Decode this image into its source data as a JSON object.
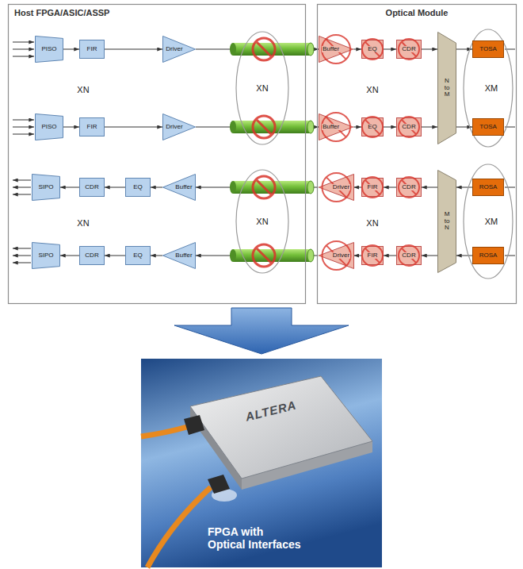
{
  "diagram": {
    "nodes": [
      {
        "text": [
          "Host FPGA/ASIC/ASSP"
        ]
      },
      {
        "text": [
          "PISO"
        ],
        "in": 0
      },
      {
        "text": [
          "FIR"
        ],
        "in": 0
      },
      {
        "text": [
          "Driver"
        ],
        "in": 0
      },
      {
        "text": [
          "PISO"
        ],
        "in": 0
      },
      {
        "text": [
          "FIR"
        ],
        "in": 0
      },
      {
        "text": [
          "Driver"
        ],
        "in": 0
      },
      {
        "text": [
          "SIPO"
        ],
        "in": 0
      },
      {
        "text": [
          "CDR"
        ],
        "in": 0
      },
      {
        "text": [
          "EQ"
        ],
        "in": 0
      },
      {
        "text": [
          "Buffer"
        ],
        "in": 0
      },
      {
        "text": [
          "SIPO"
        ],
        "in": 0
      },
      {
        "text": [
          "CDR"
        ],
        "in": 0
      },
      {
        "text": [
          "EQ"
        ],
        "in": 0
      },
      {
        "text": [
          "Buffer"
        ],
        "in": 0
      },
      {
        "text": [
          "XN"
        ]
      },
      {
        "text": [
          "XN"
        ]
      },
      {
        "text": [
          "Optical Module"
        ]
      },
      {
        "text": [
          "Buffer"
        ],
        "in": 17
      },
      {
        "text": [
          "EQ"
        ],
        "in": 17
      },
      {
        "text": [
          "CDR"
        ],
        "in": 17
      },
      {
        "text": [
          "Buffer"
        ],
        "in": 17
      },
      {
        "text": [
          "EQ"
        ],
        "in": 17
      },
      {
        "text": [
          "CDR"
        ],
        "in": 17
      },
      {
        "text": [
          "N to M"
        ],
        "in": 17
      },
      {
        "text": [
          "XM"
        ],
        "in": 17
      },
      {
        "text": [
          "TOSA"
        ],
        "in": 25
      },
      {
        "text": [
          "TOSA"
        ],
        "in": 25
      },
      {
        "text": [
          "Driver"
        ],
        "in": 17
      },
      {
        "text": [
          "FIR"
        ],
        "in": 17
      },
      {
        "text": [
          "CDR"
        ],
        "in": 17
      },
      {
        "text": [
          "Driver"
        ],
        "in": 17
      },
      {
        "text": [
          "FIR"
        ],
        "in": 17
      },
      {
        "text": [
          "CDR"
        ],
        "in": 17
      },
      {
        "text": [
          "M to N"
        ],
        "in": 17
      },
      {
        "text": [
          "XM"
        ],
        "in": 17
      },
      {
        "text": [
          "ROSA"
        ],
        "in": 35
      },
      {
        "text": [
          "ROSA"
        ],
        "in": 35
      }
    ],
    "edges": [
      {
        "from": 1,
        "to": 2,
        "arrow": "to"
      },
      {
        "from": 2,
        "to": 3,
        "arrow": "to"
      },
      {
        "from": 3,
        "to": 18,
        "arrow": "to"
      },
      {
        "from": 18,
        "to": 19,
        "arrow": "to"
      },
      {
        "from": 19,
        "to": 20,
        "arrow": "to"
      },
      {
        "from": 20,
        "to": 24,
        "arrow": "to"
      },
      {
        "from": 24,
        "to": 26,
        "arrow": "to"
      },
      {
        "from": 4,
        "to": 5,
        "arrow": "to"
      },
      {
        "from": 5,
        "to": 6,
        "arrow": "to"
      },
      {
        "from": 6,
        "to": 21,
        "arrow": "to"
      },
      {
        "from": 21,
        "to": 22,
        "arrow": "to"
      },
      {
        "from": 22,
        "to": 23,
        "arrow": "to"
      },
      {
        "from": 23,
        "to": 24,
        "arrow": "to"
      },
      {
        "from": 24,
        "to": 27,
        "arrow": "to"
      },
      {
        "from": 36,
        "to": 34,
        "arrow": "to"
      },
      {
        "from": 34,
        "to": 30,
        "arrow": "to"
      },
      {
        "from": 30,
        "to": 29,
        "arrow": "to"
      },
      {
        "from": 29,
        "to": 28,
        "arrow": "to"
      },
      {
        "from": 28,
        "to": 10,
        "arrow": "to"
      },
      {
        "from": 10,
        "to": 9,
        "arrow": "to"
      },
      {
        "from": 9,
        "to": 8,
        "arrow": "to"
      },
      {
        "from": 8,
        "to": 7,
        "arrow": "to"
      },
      {
        "from": 37,
        "to": 34,
        "arrow": "to"
      },
      {
        "from": 34,
        "to": 33,
        "arrow": "to"
      },
      {
        "from": 33,
        "to": 32,
        "arrow": "to"
      },
      {
        "from": 32,
        "to": 31,
        "arrow": "to"
      },
      {
        "from": 31,
        "to": 14,
        "arrow": "to"
      },
      {
        "from": 14,
        "to": 13,
        "arrow": "to"
      },
      {
        "from": 13,
        "to": 12,
        "arrow": "to"
      },
      {
        "from": 12,
        "to": 11,
        "arrow": "to"
      }
    ],
    "labels": [
      "XN",
      "XN",
      "XN",
      "XN",
      "ALTERA",
      "FPGA with Optical Interfaces"
    ]
  }
}
